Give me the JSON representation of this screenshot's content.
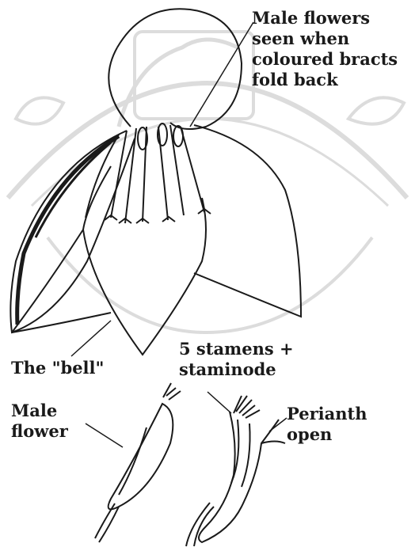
{
  "labels": {
    "male_flowers_bracts": [
      "Male flowers",
      "seen when",
      "coloured bracts",
      "fold back"
    ],
    "bell": "The \"bell\"",
    "stamens": [
      "5 stamens +",
      "staminode"
    ],
    "male_flower": [
      "Male",
      "flower"
    ],
    "perianth": [
      "Perianth",
      "open"
    ]
  },
  "colors": {
    "ink": "#1a1a1a",
    "watermark": "#d9d9d9",
    "background": "#ffffff"
  }
}
